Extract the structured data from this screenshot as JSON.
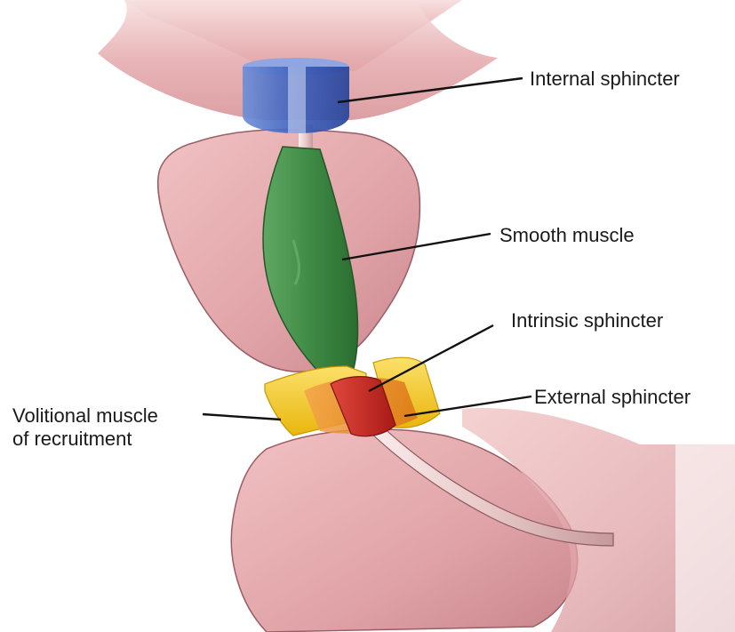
{
  "labels": {
    "internal_sphincter": "Internal sphincter",
    "smooth_muscle": "Smooth muscle",
    "intrinsic_sphincter": "Intrinsic sphincter",
    "external_sphincter": "External sphincter",
    "volitional_line1": "Volitional muscle",
    "volitional_line2": "of recruitment"
  },
  "colors": {
    "tissue_pink": "#e2a3a8",
    "internal_sphincter_blue": "#4f6fc0",
    "smooth_muscle_green": "#3f8a45",
    "intrinsic_sphincter_red": "#c62a24",
    "external_sphincter_orange": "#e8862a",
    "volitional_yellow": "#f2c51a"
  }
}
